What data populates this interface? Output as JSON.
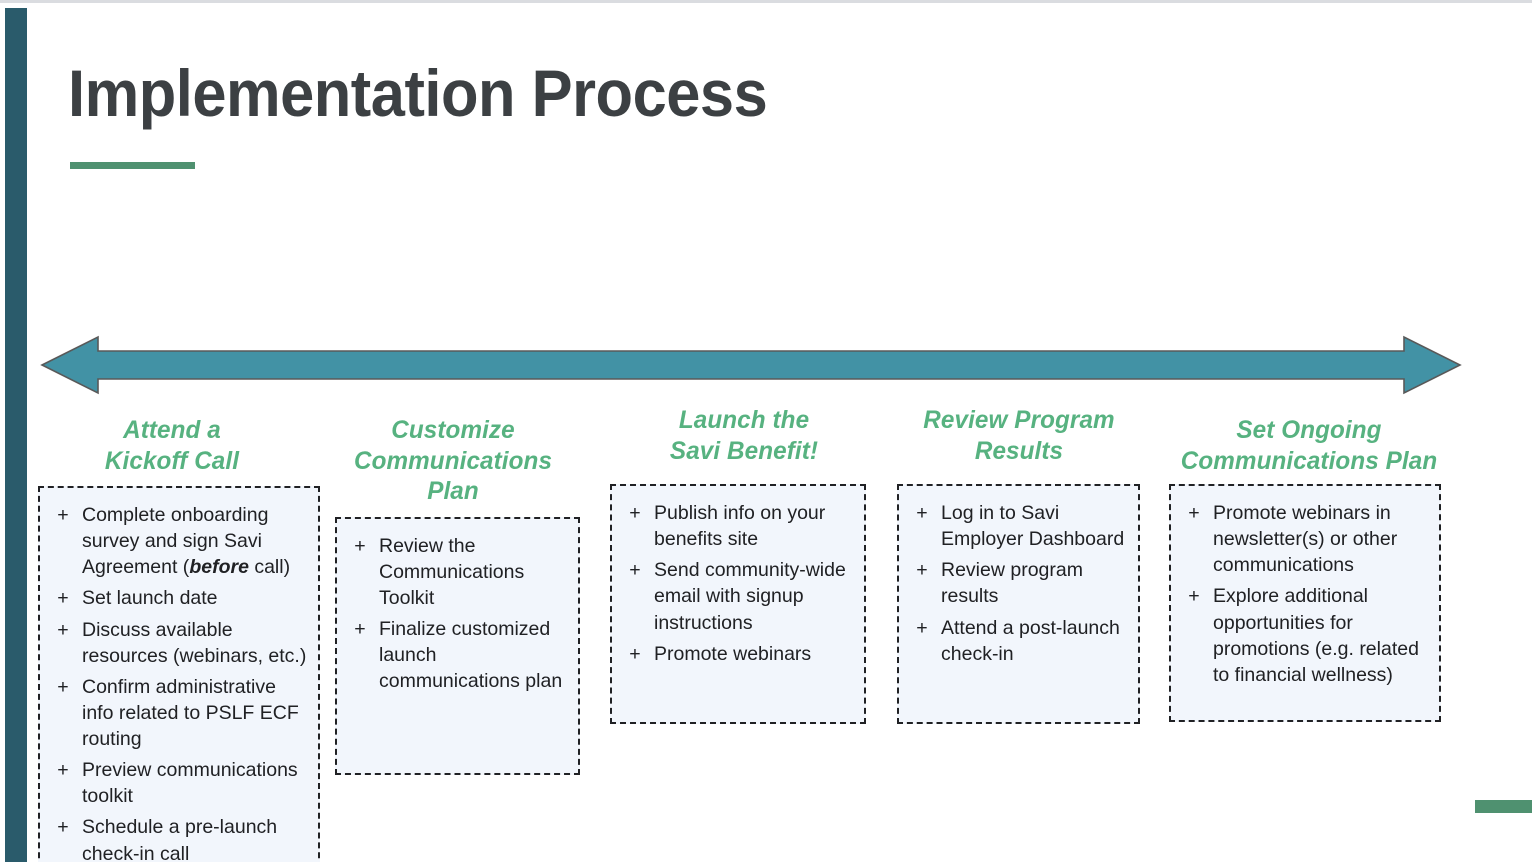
{
  "slide": {
    "title": "Implementation Process",
    "accent_green": "#4f9170",
    "heading_green": "#57b280",
    "sidebar_teal": "#2a5b6b",
    "arrow_teal": "#4292a5",
    "box_fill": "#f2f6fc",
    "box_border": "#202124",
    "bullet_glyph": "+"
  },
  "arrow": {
    "name": "double-headed-timeline-arrow",
    "direction": "both"
  },
  "columns": [
    {
      "heading": "Attend a\nKickoff Call",
      "heading_lines": [
        "Attend a",
        "Kickoff Call"
      ],
      "items": [
        {
          "text": "Complete onboarding survey and sign Savi Agreement (",
          "bold": "before",
          "tail": " call)"
        },
        {
          "text": "Set launch date"
        },
        {
          "text": "Discuss available resources (webinars, etc.)"
        },
        {
          "text": "Confirm administrative info related to PSLF ECF routing"
        },
        {
          "text": "Preview communications toolkit"
        },
        {
          "text": "Schedule a pre-launch check-in call"
        }
      ]
    },
    {
      "heading_lines": [
        "Customize",
        "Communications Plan"
      ],
      "items": [
        {
          "text": "Review the Communications Toolkit"
        },
        {
          "text": "Finalize customized launch communications plan"
        }
      ]
    },
    {
      "heading_lines": [
        "Launch the",
        "Savi Benefit!"
      ],
      "items": [
        {
          "text": "Publish info on your benefits site"
        },
        {
          "text": "Send community-wide email with signup instructions"
        },
        {
          "text": "Promote webinars"
        }
      ]
    },
    {
      "heading_lines": [
        "Review Program",
        "Results"
      ],
      "items": [
        {
          "text": "Log in to Savi Employer Dashboard"
        },
        {
          "text": "Review program results"
        },
        {
          "text": "Attend a post-launch check-in"
        }
      ]
    },
    {
      "heading_lines": [
        "Set Ongoing",
        "Communications Plan"
      ],
      "items": [
        {
          "text": "Promote webinars  in newsletter(s) or other communications"
        },
        {
          "text": "Explore additional opportunities for promotions (e.g. related to financial wellness)"
        }
      ]
    }
  ]
}
